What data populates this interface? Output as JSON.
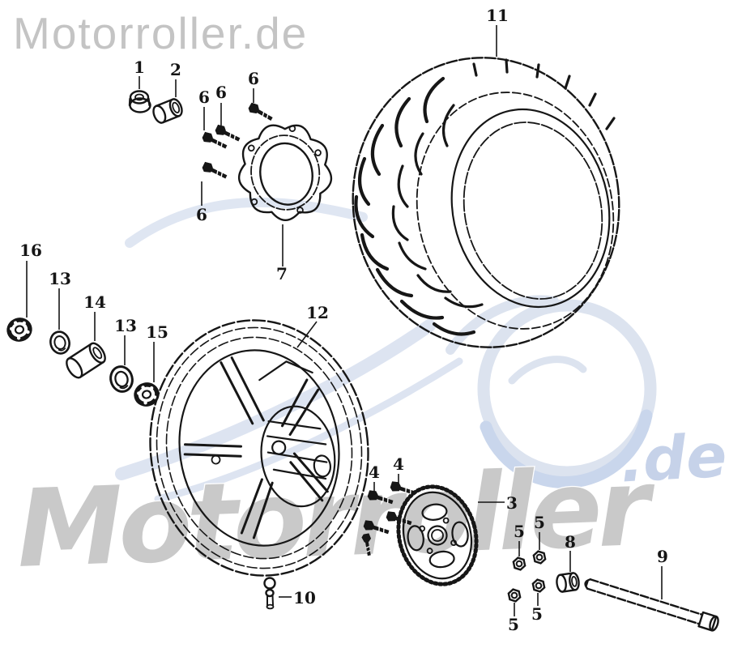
{
  "watermark": {
    "header": "Motorroller.de",
    "big_text": "Motorroller",
    "big_suffix": ".de"
  },
  "colors": {
    "line": "#161616",
    "watermark_gray": "#c9c9c9",
    "watermark_header_gray": "#c4c4c4",
    "watermark_blue": "#c6d2e9",
    "swoosh_light_blue": "#dde4f1",
    "swoosh_accent_blue": "#c9d6ec",
    "background": "#ffffff"
  },
  "callouts": [
    {
      "text": "1"
    },
    {
      "text": "2"
    },
    {
      "text": "6"
    },
    {
      "text": "6"
    },
    {
      "text": "6"
    },
    {
      "text": "6"
    },
    {
      "text": "7"
    },
    {
      "text": "11"
    },
    {
      "text": "16"
    },
    {
      "text": "13"
    },
    {
      "text": "14"
    },
    {
      "text": "13"
    },
    {
      "text": "15"
    },
    {
      "text": "12"
    },
    {
      "text": "3"
    },
    {
      "text": "4"
    },
    {
      "text": "4"
    },
    {
      "text": "5"
    },
    {
      "text": "5"
    },
    {
      "text": "5"
    },
    {
      "text": "5"
    },
    {
      "text": "8"
    },
    {
      "text": "9"
    },
    {
      "text": "10"
    }
  ]
}
